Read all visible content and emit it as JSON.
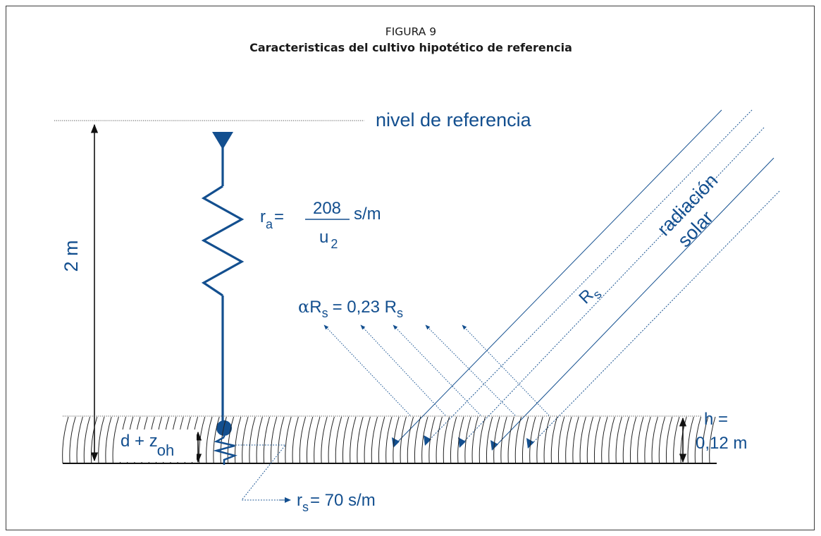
{
  "figure": {
    "label": "FIGURA 9",
    "title": "Caracteristicas del cultivo hipotético de referencia"
  },
  "labels": {
    "reference_level": "nivel de referencia",
    "height_total": "2 m",
    "ra_symbol": "r",
    "ra_subscript": "a",
    "ra_equals": "=",
    "ra_numerator": "208",
    "ra_denominator_symbol": "u",
    "ra_denominator_subscript": "2",
    "ra_unit": "s/m",
    "albedo_alpha": "α",
    "albedo_symbol": "R",
    "albedo_subscript": "s",
    "albedo_rhs": "= 0,23 R",
    "albedo_rhs_subscript": "s",
    "radiation_line1": "radiación",
    "radiation_line2": "solar",
    "rs_symbol": "R",
    "rs_subscript": "s",
    "crop_height_label": "h =",
    "crop_height_value": "0,12 m",
    "displacement_prefix": "d + z",
    "displacement_subscript": "oh",
    "surface_resistance_symbol": "r",
    "surface_resistance_subscript": "s",
    "surface_resistance_value": "=  70  s/m"
  },
  "colors": {
    "diagram_blue": "#134f8f",
    "text_dark": "#1a1a1a",
    "line_black": "#111111"
  }
}
